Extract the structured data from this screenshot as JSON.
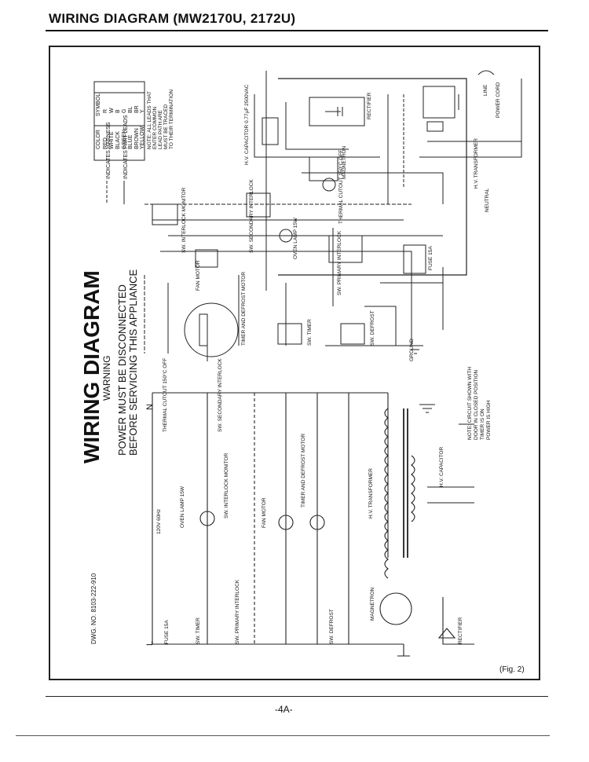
{
  "header": {
    "title": "WIRING DIAGRAM (MW2170U, 2172U)"
  },
  "diagram": {
    "main_title": "WIRING DIAGRAM",
    "warning_title": "WARNING",
    "warning_line1": "POWER MUST BE DISCONNECTED",
    "warning_line2": "BEFORE SERVICING THIS APPLIANCE",
    "dwg_no": "DWG. NO. 8103-222-910",
    "fig_label": "(Fig. 2)",
    "color_table": {
      "headers": [
        "COLOR",
        "SYMBOL"
      ],
      "rows": [
        [
          "RED",
          "R"
        ],
        [
          "WHITE",
          "W"
        ],
        [
          "BLACK",
          "B"
        ],
        [
          "GREEN",
          "G"
        ],
        [
          "BLUE",
          "BL"
        ],
        [
          "BROWN",
          "BR"
        ],
        [
          "YELLOW",
          "Y"
        ]
      ],
      "note_lines": [
        "NOTE: ALL LEADS THAT",
        "ENTER COMMON",
        "LEAD PATH ARE",
        "MUST BE TRACED",
        "TO THEIR TERMINATION"
      ]
    },
    "legend": {
      "harness": "INDICATES HARNESS",
      "part_leads": "INDICATES PART LEADS"
    },
    "wiring_labels": {
      "capacitor": "H.V. CAPACITOR 0.77µF 2500VAC",
      "rectifier": "RECTIFIER",
      "magnetron": "MAGNETRON",
      "transformer": "H.V. TRANSFORMER",
      "neutral": "NEUTRAL",
      "power_cord": "POWER CORD",
      "thermal_cutout": "THERMAL CUTOUT 150°C OFF",
      "interlock_monitor": "SW. INTERLOCK MONITOR",
      "secondary_interlock": "SW. SECONDARY INTERLOCK",
      "oven_lamp": "OVEN LAMP 15W",
      "fan_motor": "FAN MOTOR",
      "primary_interlock": "SW. PRIMARY INTERLOCK",
      "fuse": "FUSE 15A",
      "timer_defrost_motor": "TIMER AND DEFROST MOTOR",
      "sw_timer": "SW. TIMER",
      "sw_defrost": "SW. DEFROST",
      "ground": "GROUND",
      "line": "LINE"
    },
    "schematic_labels": {
      "n": "N",
      "l": "L",
      "voltage": "120V 60Hz",
      "thermal_cutout": "THERMAL CUTOUT 150°C OFF",
      "secondary_interlock": "SW. SECONDARY INTERLOCK",
      "interlock_monitor": "SW. INTERLOCK MONITOR",
      "oven_lamp": "OVEN LAMP 15W",
      "fan_motor": "FAN MOTOR",
      "timer_motor": "TIMER AND DEFROST MOTOR",
      "fuse": "FUSE 15A",
      "sw_timer": "SW. TIMER",
      "primary_interlock": "SW. PRIMARY INTERLOCK",
      "sw_defrost": "SW. DEFROST",
      "hv_transformer": "H.V. TRANSFORMER",
      "hv_capacitor": "H.V. CAPACITOR",
      "magnetron": "MAGNETRON",
      "rectifier": "RECTIFIER",
      "note_lines": [
        "NOTE: CIRCUIT SHOWN WITH",
        "DOOR IN CLOSED POSITION",
        "TIMER IS ON",
        "POWER IS HIGH"
      ]
    }
  },
  "footer": {
    "page": "-4A-"
  }
}
